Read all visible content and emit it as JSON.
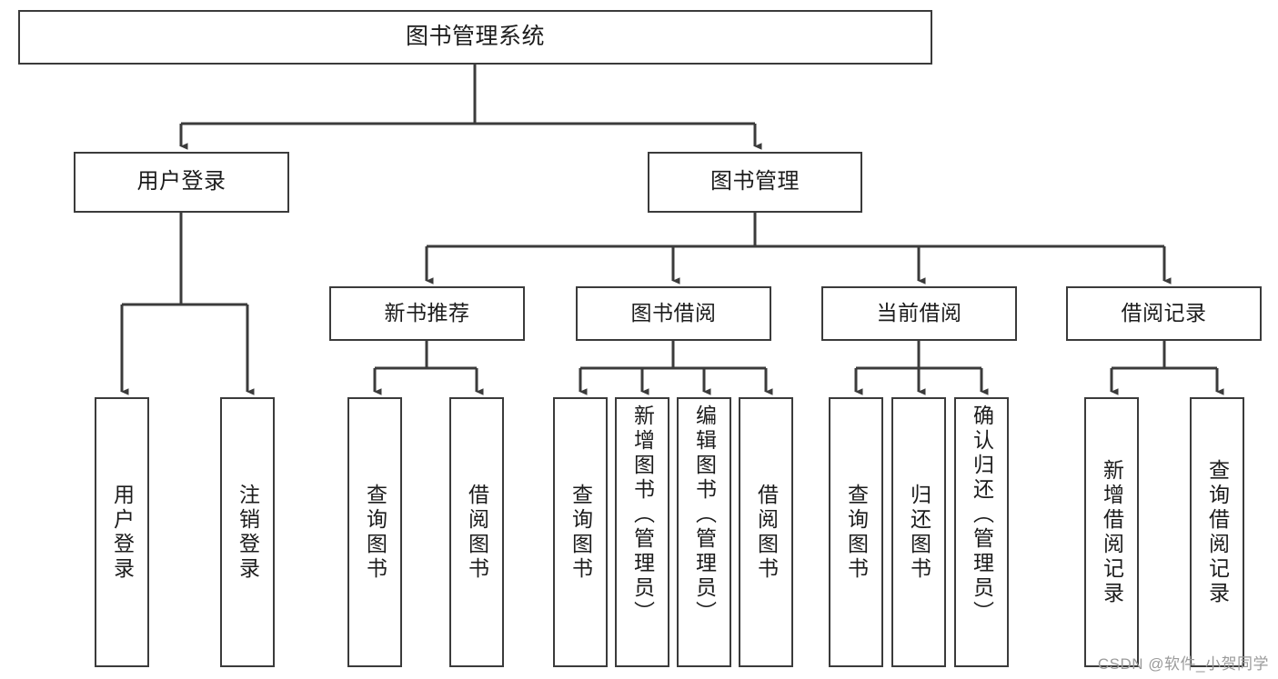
{
  "diagram": {
    "title": "图书管理系统",
    "type": "tree-hierarchy",
    "watermark": "CSDN @软件_小贺同学",
    "colors": {
      "box_border": "#3b3b3b",
      "box_fill": "#ffffff",
      "connector": "#3b3b3b",
      "text": "#1c1c1c",
      "watermark": "#9b9b9b",
      "background": "#ffffff"
    },
    "root": {
      "label": "图书管理系统"
    },
    "level2": [
      {
        "label": "用户登录"
      },
      {
        "label": "图书管理"
      }
    ],
    "level3": [
      {
        "label": "新书推荐"
      },
      {
        "label": "图书借阅"
      },
      {
        "label": "当前借阅"
      },
      {
        "label": "借阅记录"
      }
    ],
    "leaves": {
      "user_login": [
        {
          "label": "用户登录"
        },
        {
          "label": "注销登录"
        }
      ],
      "new_book_recommend": [
        {
          "label": "查询图书"
        },
        {
          "label": "借阅图书"
        }
      ],
      "book_borrow": [
        {
          "label": "查询图书"
        },
        {
          "label": "新增图书（管理员）"
        },
        {
          "label": "编辑图书（管理员）"
        },
        {
          "label": "借阅图书"
        }
      ],
      "current_borrow": [
        {
          "label": "查询图书"
        },
        {
          "label": "归还图书"
        },
        {
          "label": "确认归还（管理员）"
        }
      ],
      "borrow_record": [
        {
          "label": "新增借阅记录"
        },
        {
          "label": "查询借阅记录"
        }
      ]
    }
  }
}
